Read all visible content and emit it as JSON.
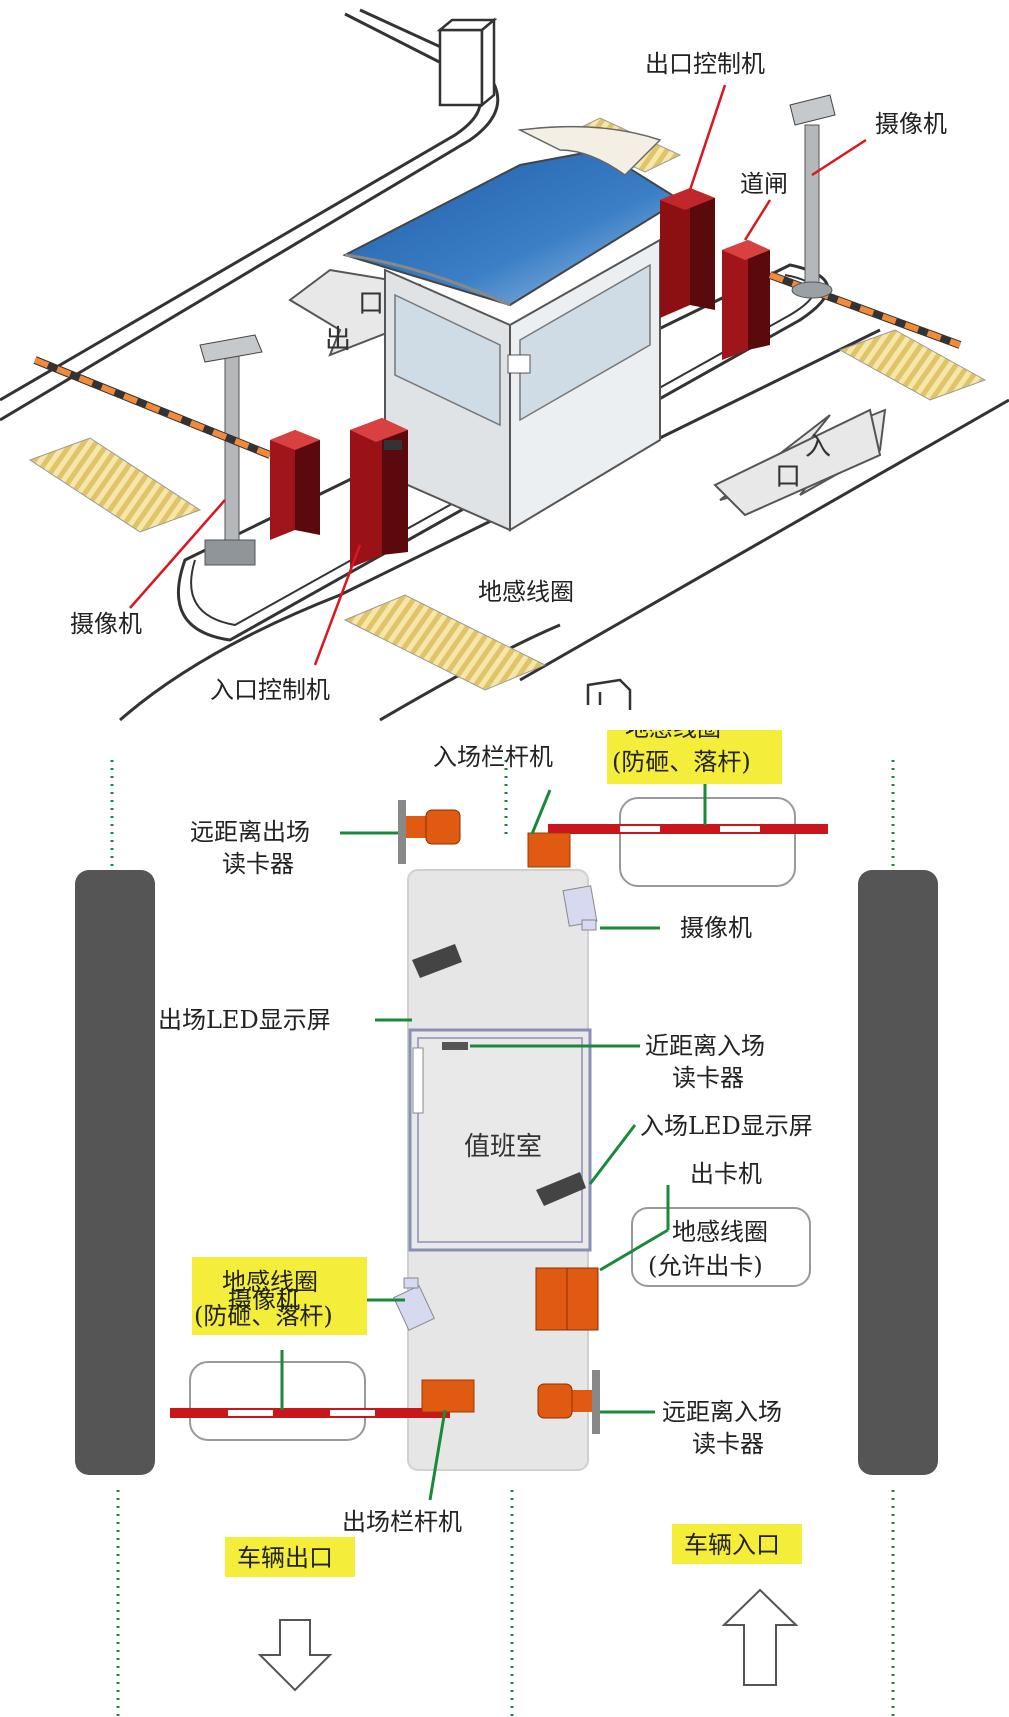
{
  "top_view": {
    "labels": {
      "exit_controller": "出口控制机",
      "camera_right": "摄像机",
      "barrier_gate": "道闸",
      "exit_arrow_top": "口",
      "exit_arrow_bottom": "出",
      "entry_arrow_top": "入",
      "entry_arrow_bottom": "口",
      "camera_left": "摄像机",
      "ground_loop": "地感线圈",
      "entry_controller": "入口控制机"
    }
  },
  "plan_view": {
    "labels": {
      "entry_barrier": "入场栏杆机",
      "loop_top_line1": "地感线圈",
      "loop_top_line2": "(防砸、落杆)",
      "remote_exit_reader_line1": "远距离出场",
      "remote_exit_reader_line2": "读卡器",
      "camera_right": "摄像机",
      "exit_led": "出场LED显示屏",
      "near_entry_reader_line1": "近距离入场",
      "near_entry_reader_line2": "读卡器",
      "duty_room": "值班室",
      "entry_led": "入场LED显示屏",
      "card_dispenser": "出卡机",
      "camera_left": "摄像机",
      "loop_bottom_line1": "地感线圈",
      "loop_bottom_line2": "(防砸、落杆)",
      "loop_card_line1": "地感线圈",
      "loop_card_line2": "(允许出卡)",
      "remote_entry_reader_line1": "远距离入场",
      "remote_entry_reader_line2": "读卡器",
      "exit_barrier": "出场栏杆机",
      "vehicle_exit": "车辆出口",
      "vehicle_entry": "车辆入口"
    }
  },
  "colors": {
    "booth_roof": "#2f6db0",
    "controller_red": "#b0151a",
    "barrier_orange": "#d85a10",
    "loop_yellow": "#e8cf80",
    "highlight_yellow": "#f4ee3a",
    "leader_green": "#1a8a3a",
    "leader_red": "#d8181e",
    "lane_dark": "#555555"
  }
}
